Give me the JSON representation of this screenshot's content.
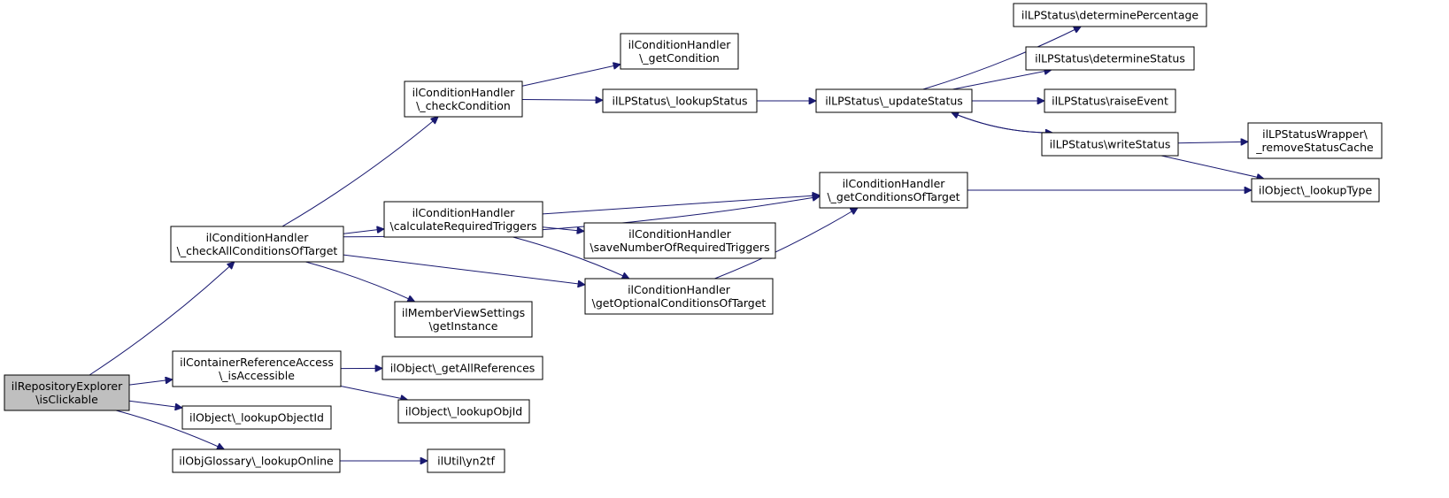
{
  "colors": {
    "edge": "#191970",
    "root_fill": "#bfbfbf",
    "node_fill": "#ffffff",
    "node_border": "#000000"
  },
  "nodes": [
    {
      "id": "n0",
      "lines": [
        "ilRepositoryExplorer",
        "\\isClickable"
      ],
      "root": true
    },
    {
      "id": "n1",
      "lines": [
        "ilConditionHandler",
        "\\_checkAllConditionsOfTarget"
      ]
    },
    {
      "id": "n2",
      "lines": [
        "ilContainerReferenceAccess",
        "\\_isAccessible"
      ]
    },
    {
      "id": "n3",
      "lines": [
        "ilObject\\_lookupObjectId"
      ]
    },
    {
      "id": "n4",
      "lines": [
        "ilObjGlossary\\_lookupOnline"
      ]
    },
    {
      "id": "n5",
      "lines": [
        "ilConditionHandler",
        "\\_checkCondition"
      ]
    },
    {
      "id": "n6",
      "lines": [
        "ilConditionHandler",
        "\\calculateRequiredTriggers"
      ]
    },
    {
      "id": "n7",
      "lines": [
        "ilMemberViewSettings",
        "\\getInstance"
      ]
    },
    {
      "id": "n8",
      "lines": [
        "ilObject\\_getAllReferences"
      ]
    },
    {
      "id": "n9",
      "lines": [
        "ilObject\\_lookupObjId"
      ]
    },
    {
      "id": "n10",
      "lines": [
        "ilUtil\\yn2tf"
      ]
    },
    {
      "id": "n11",
      "lines": [
        "ilConditionHandler",
        "\\_getCondition"
      ]
    },
    {
      "id": "n12",
      "lines": [
        "ilLPStatus\\_lookupStatus"
      ]
    },
    {
      "id": "n13",
      "lines": [
        "ilConditionHandler",
        "\\saveNumberOfRequiredTriggers"
      ]
    },
    {
      "id": "n14",
      "lines": [
        "ilConditionHandler",
        "\\getOptionalConditionsOfTarget"
      ]
    },
    {
      "id": "n15",
      "lines": [
        "ilConditionHandler",
        "\\_getConditionsOfTarget"
      ]
    },
    {
      "id": "n16",
      "lines": [
        "ilLPStatus\\_updateStatus"
      ]
    },
    {
      "id": "n17",
      "lines": [
        "ilLPStatus\\determinePercentage"
      ]
    },
    {
      "id": "n18",
      "lines": [
        "ilLPStatus\\determineStatus"
      ]
    },
    {
      "id": "n19",
      "lines": [
        "ilLPStatus\\raiseEvent"
      ]
    },
    {
      "id": "n20",
      "lines": [
        "ilLPStatus\\writeStatus"
      ]
    },
    {
      "id": "n21",
      "lines": [
        "ilLPStatusWrapper\\",
        "_removeStatusCache"
      ]
    },
    {
      "id": "n22",
      "lines": [
        "ilObject\\_lookupType"
      ]
    }
  ],
  "edges": [
    [
      "n0",
      "n1"
    ],
    [
      "n0",
      "n2"
    ],
    [
      "n0",
      "n3"
    ],
    [
      "n0",
      "n4"
    ],
    [
      "n1",
      "n5"
    ],
    [
      "n1",
      "n6"
    ],
    [
      "n1",
      "n7"
    ],
    [
      "n1",
      "n14"
    ],
    [
      "n1",
      "n15"
    ],
    [
      "n2",
      "n8"
    ],
    [
      "n2",
      "n9"
    ],
    [
      "n4",
      "n10"
    ],
    [
      "n5",
      "n11"
    ],
    [
      "n5",
      "n12"
    ],
    [
      "n6",
      "n13"
    ],
    [
      "n6",
      "n14"
    ],
    [
      "n6",
      "n15"
    ],
    [
      "n12",
      "n16"
    ],
    [
      "n14",
      "n15"
    ],
    [
      "n15",
      "n22"
    ],
    [
      "n16",
      "n17"
    ],
    [
      "n16",
      "n18"
    ],
    [
      "n16",
      "n19"
    ],
    [
      "n16",
      "n20"
    ],
    [
      "n20",
      "n16"
    ],
    [
      "n20",
      "n21"
    ],
    [
      "n20",
      "n22"
    ]
  ]
}
